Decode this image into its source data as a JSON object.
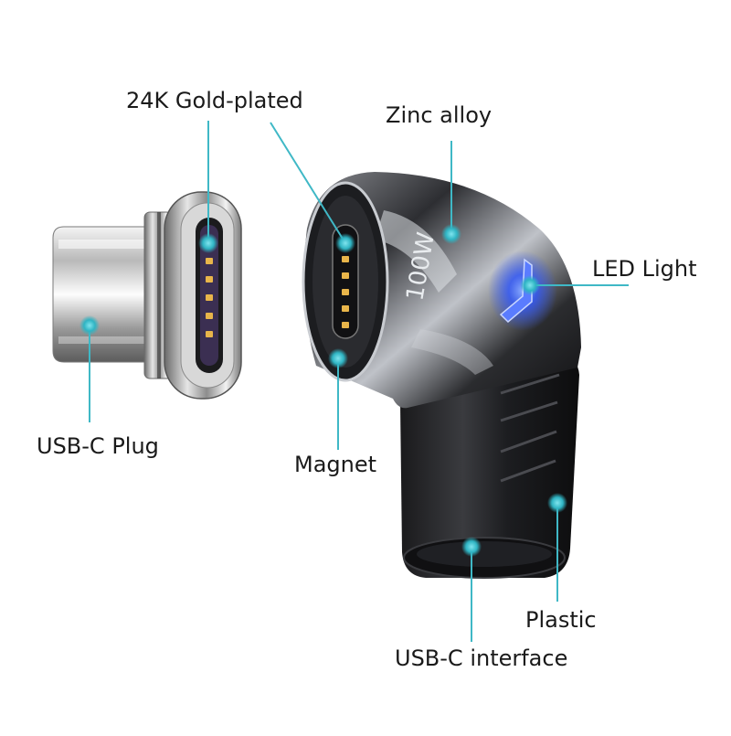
{
  "product_text": {
    "wattage_marking": "100W"
  },
  "callouts": [
    {
      "id": "gold-plated",
      "label": "24K Gold-plated"
    },
    {
      "id": "zinc-alloy",
      "label": "Zinc alloy"
    },
    {
      "id": "led-light",
      "label": "LED Light"
    },
    {
      "id": "usbc-plug",
      "label": "USB-C Plug"
    },
    {
      "id": "magnet",
      "label": "Magnet"
    },
    {
      "id": "plastic",
      "label": "Plastic"
    },
    {
      "id": "usbc-interface",
      "label": "USB-C interface"
    }
  ],
  "colors": {
    "leader_line": "#3fb8c6",
    "dot": "#3fb8c6",
    "led_glow": "#2f57ff",
    "gold": "#e8b54a"
  }
}
